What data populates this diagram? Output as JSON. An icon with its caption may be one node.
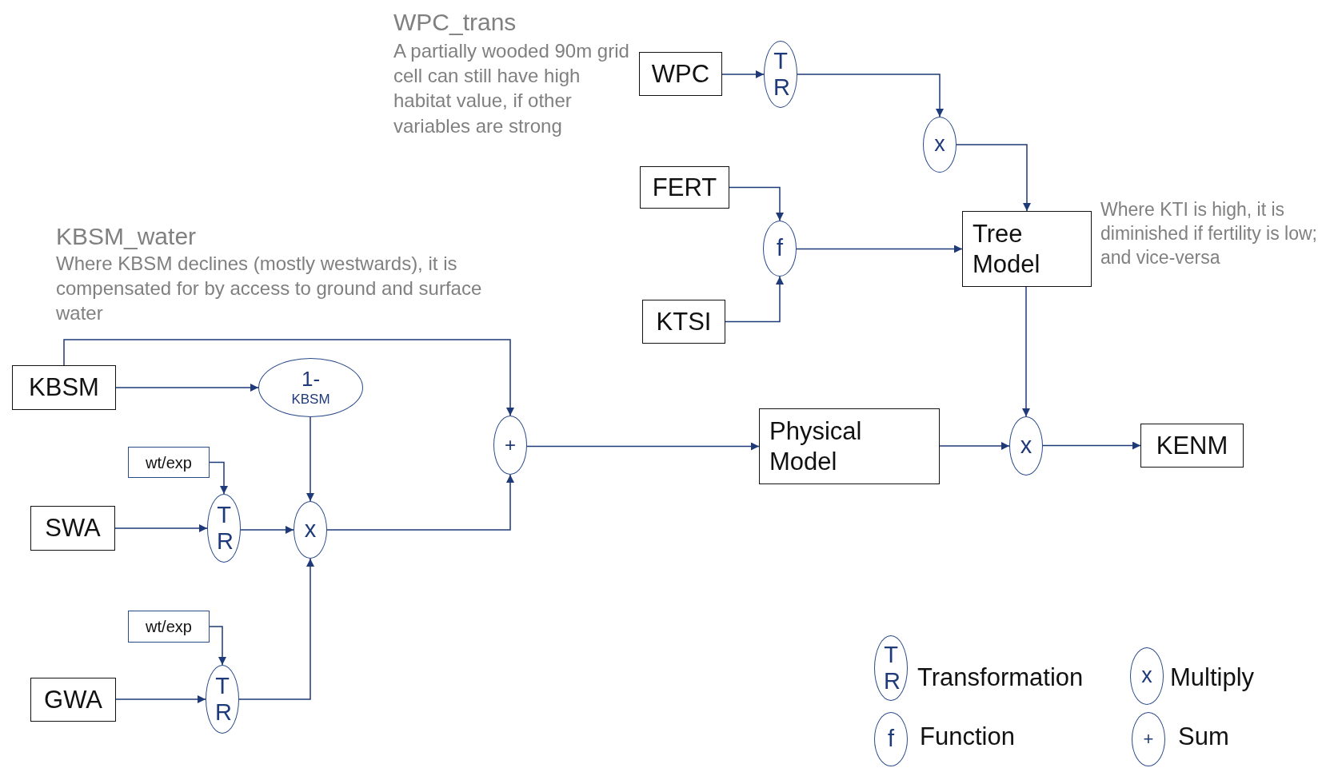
{
  "diagram": {
    "nodes": [
      {
        "text": [
          "WPC"
        ]
      },
      {
        "text": [
          "T R"
        ]
      },
      {
        "text": [
          "x"
        ]
      },
      {
        "text": [
          "FERT"
        ]
      },
      {
        "text": [
          "f"
        ]
      },
      {
        "text": [
          "KTSI"
        ]
      },
      {
        "text": [
          "Tree Model"
        ]
      },
      {
        "text": [
          "KBSM"
        ]
      },
      {
        "text": [
          "1-",
          "KBSM"
        ]
      },
      {
        "text": [
          "wt/exp"
        ]
      },
      {
        "text": [
          "SWA"
        ]
      },
      {
        "text": [
          "T R"
        ]
      },
      {
        "text": [
          "x"
        ]
      },
      {
        "text": [
          "wt/exp"
        ]
      },
      {
        "text": [
          "GWA"
        ]
      },
      {
        "text": [
          "T R"
        ]
      },
      {
        "text": [
          "+"
        ]
      },
      {
        "text": [
          "Physical Model"
        ]
      },
      {
        "text": [
          "x"
        ]
      },
      {
        "text": [
          "KENM"
        ]
      },
      {
        "text": [
          "T R"
        ],
        "beside": [
          "Transformation"
        ]
      },
      {
        "text": [
          "x"
        ],
        "beside": [
          "Multiply"
        ]
      },
      {
        "text": [
          "f"
        ],
        "beside": [
          "Function"
        ]
      },
      {
        "text": [
          "+"
        ],
        "beside": [
          "Sum"
        ]
      }
    ],
    "edges": [
      {
        "from": 0,
        "to": 1,
        "arrow": "to"
      },
      {
        "from": 1,
        "to": 2,
        "arrow": "to"
      },
      {
        "from": 2,
        "to": 6,
        "arrow": "to"
      },
      {
        "from": 3,
        "to": 4,
        "arrow": "to"
      },
      {
        "from": 5,
        "to": 4,
        "arrow": "to"
      },
      {
        "from": 4,
        "to": 6,
        "arrow": "to"
      },
      {
        "from": 6,
        "to": 18,
        "arrow": "to"
      },
      {
        "from": 7,
        "to": 16,
        "arrow": "to"
      },
      {
        "from": 7,
        "to": 8,
        "arrow": "to"
      },
      {
        "from": 8,
        "to": 12,
        "arrow": "to"
      },
      {
        "from": 9,
        "to": 11,
        "arrow": "to"
      },
      {
        "from": 10,
        "to": 11,
        "arrow": "to"
      },
      {
        "from": 11,
        "to": 12,
        "arrow": "to"
      },
      {
        "from": 12,
        "to": 16,
        "arrow": "to"
      },
      {
        "from": 13,
        "to": 15,
        "arrow": "to"
      },
      {
        "from": 14,
        "to": 15,
        "arrow": "to"
      },
      {
        "from": 15,
        "to": 12,
        "arrow": "to"
      },
      {
        "from": 16,
        "to": 17,
        "arrow": "to"
      },
      {
        "from": 17,
        "to": 18,
        "arrow": "to"
      },
      {
        "from": 18,
        "to": 19,
        "arrow": "to"
      }
    ],
    "labels": [
      "WPC_trans",
      "A partially wooded 90m grid cell can still have high habitat value, if other variables are strong",
      "Where KTI is high, it is diminished if fertility is low; and vice-versa",
      "KBSM_water",
      "Where KBSM declines (mostly westwards), it is compensated for by access to ground and surface water"
    ]
  }
}
